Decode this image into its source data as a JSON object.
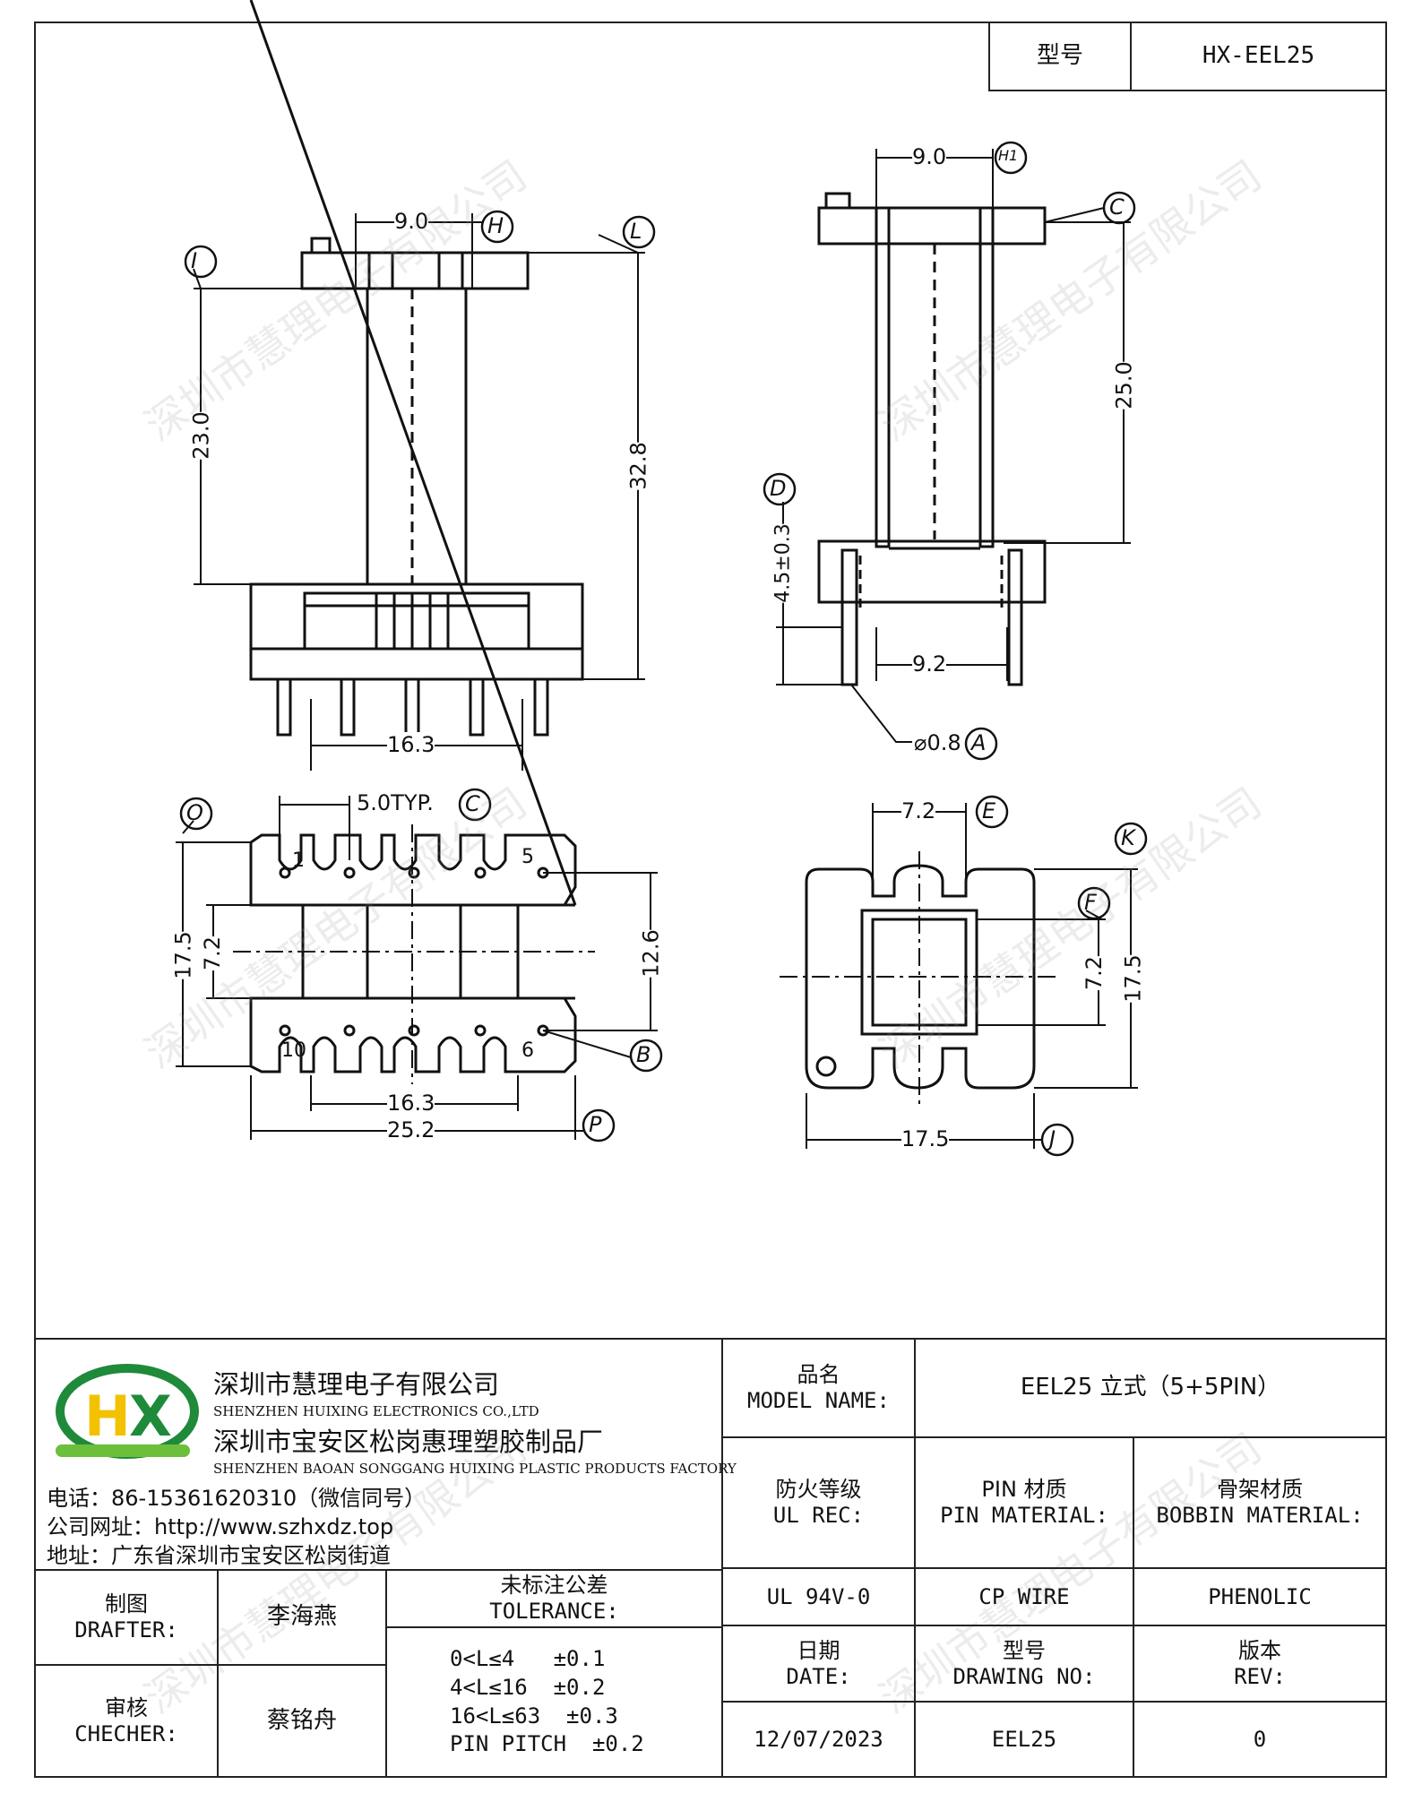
{
  "header": {
    "model_label": "型号",
    "model_value": "HX-EEL25"
  },
  "views": {
    "front": {
      "dim_top": "9.0",
      "dim_left": "23.0",
      "dim_right": "32.8",
      "dim_bottom": "16.3",
      "labels": {
        "I": "I",
        "H": "H",
        "L": "L"
      }
    },
    "side": {
      "dim_top": "9.0",
      "dim_right": "25.0",
      "dim_left": "4.5±0.3",
      "dim_bottom": "9.2",
      "pin_dia": "⌀0.8",
      "labels": {
        "H1": "H1",
        "C": "C",
        "D": "D",
        "A": "A"
      }
    },
    "bottom": {
      "dim_top": "5.0TYP.",
      "dim_left_outer": "17.5",
      "dim_left_inner": "7.2",
      "dim_right": "12.6",
      "dim_bottom_inner": "16.3",
      "dim_bottom_outer": "25.2",
      "pins_top": [
        "1",
        "5"
      ],
      "pins_bottom": [
        "10",
        "6"
      ],
      "labels": {
        "O": "O",
        "C": "C",
        "B": "B",
        "P": "P"
      }
    },
    "top": {
      "dim_top": "7.2",
      "dim_right_inner": "7.2",
      "dim_right_outer": "17.5",
      "dim_bottom": "17.5",
      "labels": {
        "E": "E",
        "K": "K",
        "F": "F",
        "J": "J"
      }
    }
  },
  "company": {
    "logo_letters": "HX",
    "name_cn": "深圳市慧理电子有限公司",
    "name_en": "SHENZHEN HUIXING ELECTRONICS CO.,LTD",
    "factory_cn": "深圳市宝安区松岗惠理塑胶制品厂",
    "factory_en": "SHENZHEN BAOAN SONGGANG HUIXING PLASTIC PRODUCTS FACTORY",
    "phone": "电话：86-15361620310（微信同号）",
    "website": "公司网址：http://www.szhxdz.top",
    "address": "地址：广东省深圳市宝安区松岗街道"
  },
  "titleblock": {
    "model_name_label_cn": "品名",
    "model_name_label_en": "MODEL NAME:",
    "model_name_value": "EEL25 立式（5+5PIN）",
    "ul_label_cn": "防火等级",
    "ul_label_en": "UL REC:",
    "pin_label_cn": "PIN 材质",
    "pin_label_en": "PIN MATERIAL:",
    "bobbin_label_cn": "骨架材质",
    "bobbin_label_en": "BOBBIN MATERIAL:",
    "ul_value": "UL 94V-0",
    "pin_value": "CP WIRE",
    "bobbin_value": "PHENOLIC",
    "date_label_cn": "日期",
    "date_label_en": "DATE:",
    "drawing_label_cn": "型号",
    "drawing_label_en": "DRAWING NO:",
    "rev_label_cn": "版本",
    "rev_label_en": "REV:",
    "date_value": "12/07/2023",
    "drawing_value": "EEL25",
    "rev_value": "0",
    "drafter_label_cn": "制图",
    "drafter_label_en": "DRAFTER:",
    "drafter_value": "李海燕",
    "checker_label_cn": "审核",
    "checker_label_en": "CHECHER:",
    "checker_value": "蔡铭舟",
    "tolerance_label_cn": "未标注公差",
    "tolerance_label_en": "TOLERANCE:",
    "tolerances": [
      "0<L≤4   ±0.1",
      "4<L≤16  ±0.2",
      "16<L≤63  ±0.3",
      "PIN PITCH  ±0.2"
    ]
  },
  "watermark": "深圳市慧理电子有限公司",
  "colors": {
    "logo_green": "#6cbf3a",
    "logo_yellow": "#f2c200",
    "logo_dark": "#1e8a3a"
  }
}
